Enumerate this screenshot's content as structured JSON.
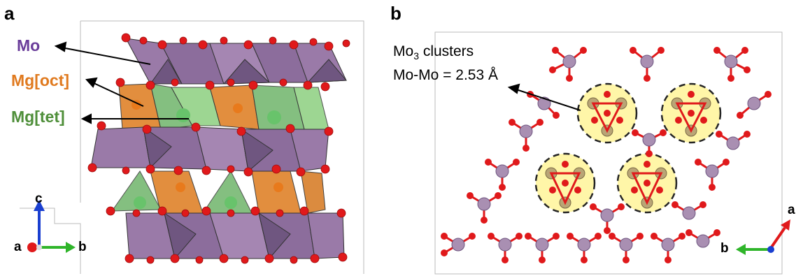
{
  "panels": {
    "a": {
      "label": "a",
      "legend": [
        {
          "text": "Mo",
          "color": "#6a3d9a"
        },
        {
          "text": "Mg[oct]",
          "color": "#e07a1f"
        },
        {
          "text": "Mg[tet]",
          "color": "#4f8f3a"
        }
      ],
      "axes": {
        "c": "c",
        "a": "a",
        "b": "b"
      }
    },
    "b": {
      "label": "b",
      "annotation_line1_prefix": "Mo",
      "annotation_line1_sub": "3",
      "annotation_line1_suffix": " clusters",
      "annotation_line2": "Mo-Mo = 2.53 Å",
      "axes": {
        "b": "b",
        "a": "a"
      }
    }
  },
  "colors": {
    "mo_poly": "#9a7aa8",
    "mo_poly_dark": "#6f5680",
    "mg_oct": "#e0852e",
    "mg_tet": "#6fb56a",
    "oxygen": "#e0191b",
    "mo_atom": "#a98fb2",
    "cluster_mo": "#b9a576",
    "cluster_fill": "#fff59a"
  }
}
